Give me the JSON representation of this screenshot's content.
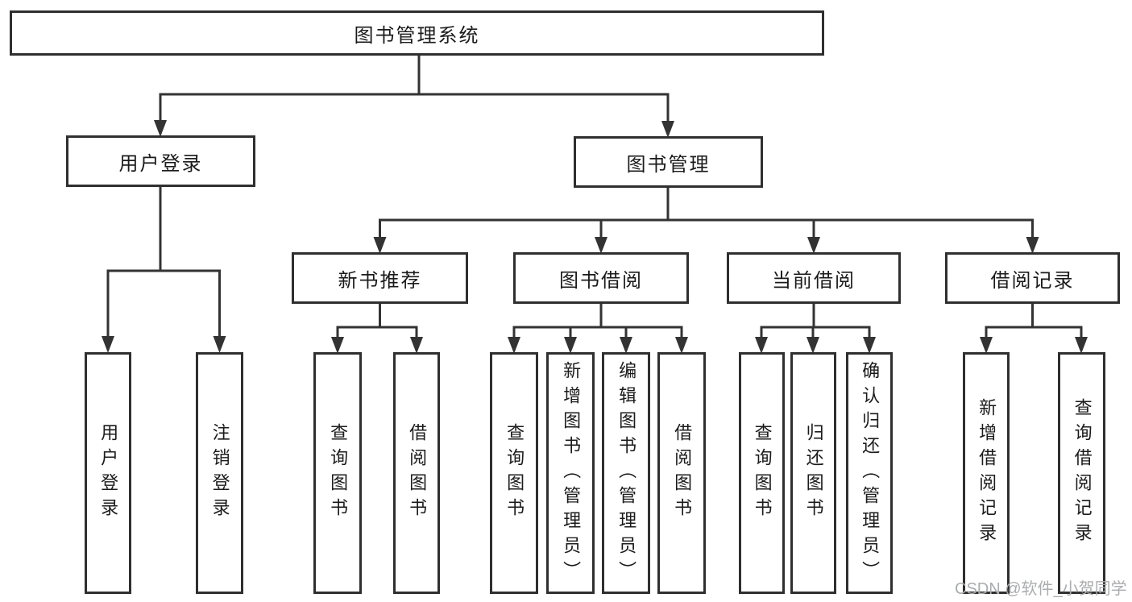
{
  "tree": {
    "label": "图书管理系统",
    "children": [
      {
        "label": "用户登录",
        "children": [
          {
            "label": "用户登录"
          },
          {
            "label": "注销登录"
          }
        ]
      },
      {
        "label": "图书管理",
        "children": [
          {
            "label": "新书推荐",
            "children": [
              {
                "label": "查询图书"
              },
              {
                "label": "借阅图书"
              }
            ]
          },
          {
            "label": "图书借阅",
            "children": [
              {
                "label": "查询图书"
              },
              {
                "label": "新增图书（管理员）"
              },
              {
                "label": "编辑图书（管理员）"
              },
              {
                "label": "借阅图书"
              }
            ]
          },
          {
            "label": "当前借阅",
            "children": [
              {
                "label": "查询图书"
              },
              {
                "label": "归还图书"
              },
              {
                "label": "确认归还（管理员）"
              }
            ]
          },
          {
            "label": "借阅记录",
            "children": [
              {
                "label": "新增借阅记录"
              },
              {
                "label": "查询借阅记录"
              }
            ]
          }
        ]
      }
    ]
  },
  "watermark": "CSDN @软件_小贺同学",
  "colors": {
    "line": "#333333",
    "box_border": "#2f2f2f",
    "text": "#1b1b1b",
    "watermark": "#aaacae",
    "background": "#ffffff"
  }
}
